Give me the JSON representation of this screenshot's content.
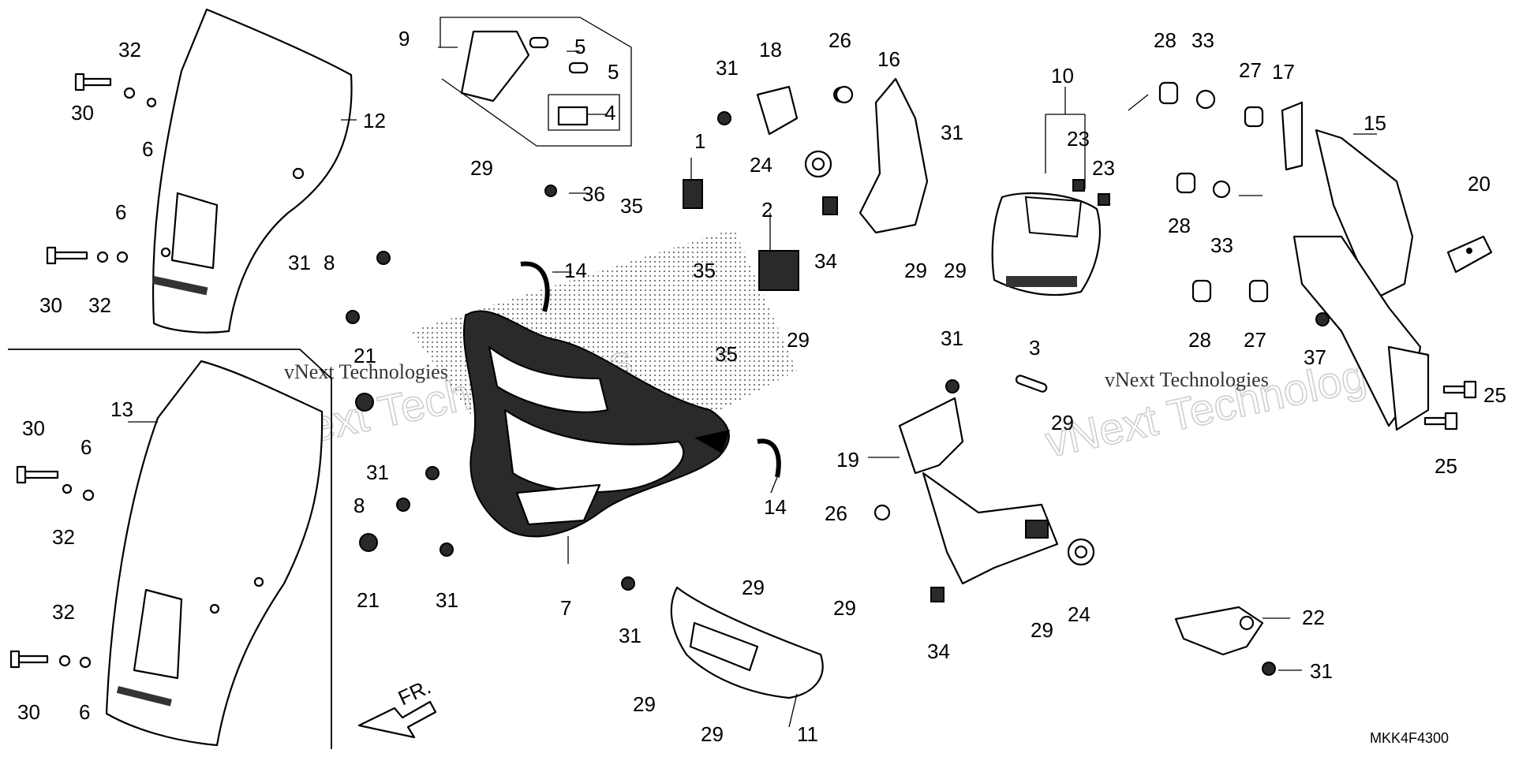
{
  "diagram": {
    "code": "MKK4F4300",
    "direction_label": "FR.",
    "watermark_text": "vNext Technologies",
    "callouts": [
      {
        "id": "c1",
        "text": "1"
      },
      {
        "id": "c2",
        "text": "2"
      },
      {
        "id": "c3",
        "text": "3"
      },
      {
        "id": "c4",
        "text": "4"
      },
      {
        "id": "c5a",
        "text": "5"
      },
      {
        "id": "c5b",
        "text": "5"
      },
      {
        "id": "c6a",
        "text": "6"
      },
      {
        "id": "c6b",
        "text": "6"
      },
      {
        "id": "c6c",
        "text": "6"
      },
      {
        "id": "c6d",
        "text": "6"
      },
      {
        "id": "c7",
        "text": "7"
      },
      {
        "id": "c8a",
        "text": "8"
      },
      {
        "id": "c8b",
        "text": "8"
      },
      {
        "id": "c9",
        "text": "9"
      },
      {
        "id": "c10",
        "text": "10"
      },
      {
        "id": "c11",
        "text": "11"
      },
      {
        "id": "c12",
        "text": "12"
      },
      {
        "id": "c13",
        "text": "13"
      },
      {
        "id": "c14a",
        "text": "14"
      },
      {
        "id": "c14b",
        "text": "14"
      },
      {
        "id": "c15",
        "text": "15"
      },
      {
        "id": "c16",
        "text": "16"
      },
      {
        "id": "c17",
        "text": "17"
      },
      {
        "id": "c18",
        "text": "18"
      },
      {
        "id": "c19",
        "text": "19"
      },
      {
        "id": "c20",
        "text": "20"
      },
      {
        "id": "c21a",
        "text": "21"
      },
      {
        "id": "c21b",
        "text": "21"
      },
      {
        "id": "c22",
        "text": "22"
      },
      {
        "id": "c23a",
        "text": "23"
      },
      {
        "id": "c23b",
        "text": "23"
      },
      {
        "id": "c24a",
        "text": "24"
      },
      {
        "id": "c24b",
        "text": "24"
      },
      {
        "id": "c25a",
        "text": "25"
      },
      {
        "id": "c25b",
        "text": "25"
      },
      {
        "id": "c26a",
        "text": "26"
      },
      {
        "id": "c26b",
        "text": "26"
      },
      {
        "id": "c27a",
        "text": "27"
      },
      {
        "id": "c27b",
        "text": "27"
      },
      {
        "id": "c28a",
        "text": "28"
      },
      {
        "id": "c28b",
        "text": "28"
      },
      {
        "id": "c28c",
        "text": "28"
      },
      {
        "id": "c29a",
        "text": "29"
      },
      {
        "id": "c29b",
        "text": "29"
      },
      {
        "id": "c29c",
        "text": "29"
      },
      {
        "id": "c29d",
        "text": "29"
      },
      {
        "id": "c29e",
        "text": "29"
      },
      {
        "id": "c29f",
        "text": "29"
      },
      {
        "id": "c29g",
        "text": "29"
      },
      {
        "id": "c29h",
        "text": "29"
      },
      {
        "id": "c29i",
        "text": "29"
      },
      {
        "id": "c29j",
        "text": "29"
      },
      {
        "id": "c30a",
        "text": "30"
      },
      {
        "id": "c30b",
        "text": "30"
      },
      {
        "id": "c30c",
        "text": "30"
      },
      {
        "id": "c30d",
        "text": "30"
      },
      {
        "id": "c31a",
        "text": "31"
      },
      {
        "id": "c31b",
        "text": "31"
      },
      {
        "id": "c31c",
        "text": "31"
      },
      {
        "id": "c31d",
        "text": "31"
      },
      {
        "id": "c31e",
        "text": "31"
      },
      {
        "id": "c31f",
        "text": "31"
      },
      {
        "id": "c31g",
        "text": "31"
      },
      {
        "id": "c31h",
        "text": "31"
      },
      {
        "id": "c32a",
        "text": "32"
      },
      {
        "id": "c32b",
        "text": "32"
      },
      {
        "id": "c32c",
        "text": "32"
      },
      {
        "id": "c32d",
        "text": "32"
      },
      {
        "id": "c33a",
        "text": "33"
      },
      {
        "id": "c33b",
        "text": "33"
      },
      {
        "id": "c34a",
        "text": "34"
      },
      {
        "id": "c34b",
        "text": "34"
      },
      {
        "id": "c35a",
        "text": "35"
      },
      {
        "id": "c35b",
        "text": "35"
      },
      {
        "id": "c35c",
        "text": "35"
      },
      {
        "id": "c36",
        "text": "36"
      },
      {
        "id": "c37",
        "text": "37"
      }
    ]
  }
}
